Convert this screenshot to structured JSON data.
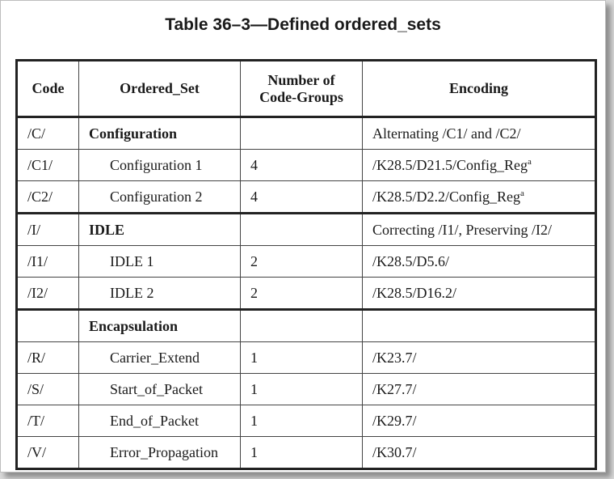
{
  "title": "Table 36–3—Defined ordered_sets",
  "headers": {
    "code": "Code",
    "ordered_set": "Ordered_Set",
    "number_line1": "Number of",
    "number_line2": "Code-Groups",
    "encoding": "Encoding"
  },
  "rows": [
    {
      "code": "/C/",
      "ordered_set": "Configuration",
      "number": "",
      "encoding": "Alternating /C1/ and /C2/"
    },
    {
      "code": "/C1/",
      "ordered_set": "Configuration 1",
      "number": "4",
      "encoding": "/K28.5/D21.5/Config_Reg",
      "footnote": "a"
    },
    {
      "code": "/C2/",
      "ordered_set": "Configuration 2",
      "number": "4",
      "encoding": "/K28.5/D2.2/Config_Reg",
      "footnote": "a"
    },
    {
      "code": "/I/",
      "ordered_set": "IDLE",
      "number": "",
      "encoding": "Correcting /I1/, Preserving /I2/"
    },
    {
      "code": "/I1/",
      "ordered_set": "IDLE 1",
      "number": "2",
      "encoding": "/K28.5/D5.6/"
    },
    {
      "code": "/I2/",
      "ordered_set": "IDLE 2",
      "number": "2",
      "encoding": "/K28.5/D16.2/"
    },
    {
      "code": "",
      "ordered_set": "Encapsulation",
      "number": "",
      "encoding": ""
    },
    {
      "code": "/R/",
      "ordered_set": "Carrier_Extend",
      "number": "1",
      "encoding": "/K23.7/"
    },
    {
      "code": "/S/",
      "ordered_set": "Start_of_Packet",
      "number": "1",
      "encoding": "/K27.7/"
    },
    {
      "code": "/T/",
      "ordered_set": "End_of_Packet",
      "number": "1",
      "encoding": "/K29.7/"
    },
    {
      "code": "/V/",
      "ordered_set": "Error_Propagation",
      "number": "1",
      "encoding": "/K30.7/"
    }
  ]
}
